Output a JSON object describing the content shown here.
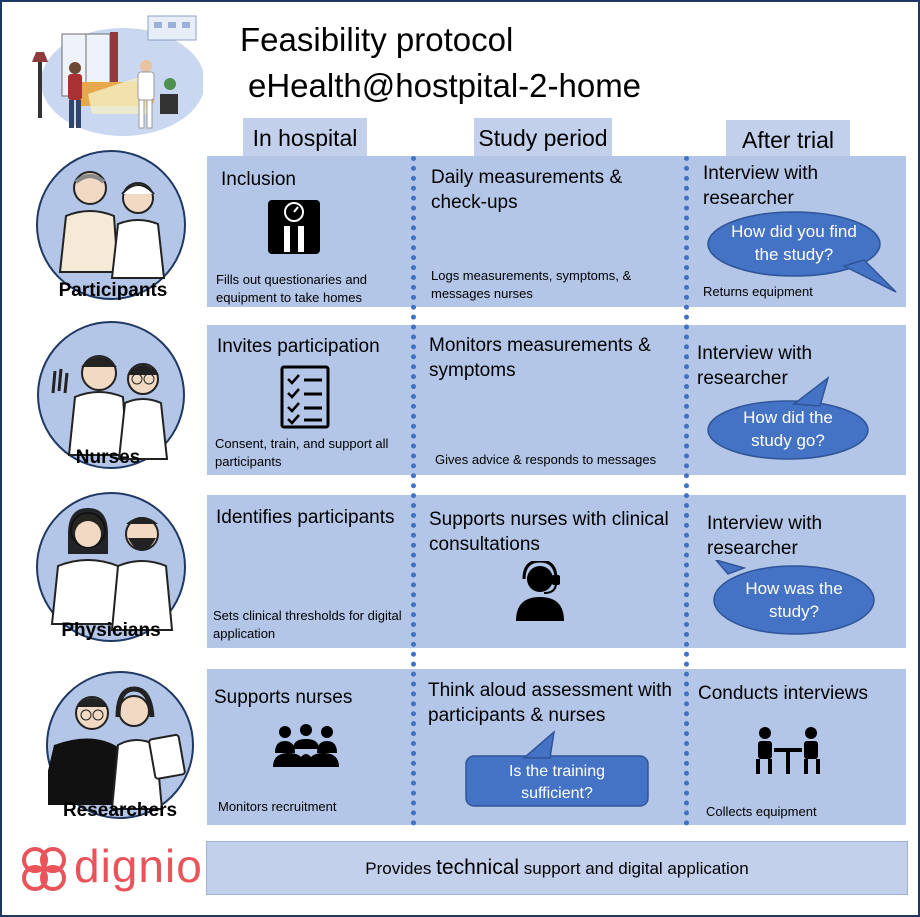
{
  "title": {
    "line1": "Feasibility protocol",
    "line2": "eHealth@hostpital-2-home"
  },
  "columns": [
    "In hospital",
    "Study period",
    "After trial"
  ],
  "rows": [
    {
      "role": "Participants",
      "hospital": {
        "heading": "Inclusion",
        "note": "Fills out questionaries and equipment to take homes",
        "icon": "scale-icon"
      },
      "study": {
        "heading": "Daily measurements & check-ups",
        "note": "Logs measurements, symptoms, & messages nurses"
      },
      "after": {
        "heading": "Interview with researcher",
        "bubble": "How did you find the study?",
        "note": "Returns equipment"
      }
    },
    {
      "role": "Nurses",
      "hospital": {
        "heading": "Invites participation",
        "note": "Consent, train, and support all participants",
        "icon": "checklist-icon"
      },
      "study": {
        "heading": "Monitors measurements & symptoms",
        "note": "Gives advice & responds to messages"
      },
      "after": {
        "heading": "Interview with researcher",
        "bubble": "How did the study go?"
      }
    },
    {
      "role": "Physicians",
      "hospital": {
        "heading": "Identifies participants",
        "note": "Sets clinical thresholds for digital application"
      },
      "study": {
        "heading": "Supports nurses with clinical consultations",
        "icon": "headset-person-icon"
      },
      "after": {
        "heading": "Interview with researcher",
        "bubble": "How was the study?"
      }
    },
    {
      "role": "Researchers",
      "hospital": {
        "heading": "Supports nurses",
        "note": "Monitors recruitment",
        "icon": "group-icon"
      },
      "study": {
        "heading": "Think aloud assessment with participants & nurses",
        "bubble": "Is the training sufficient?"
      },
      "after": {
        "heading": "Conducts interviews",
        "note": "Collects equipment",
        "icon": "meeting-icon"
      }
    }
  ],
  "footer": {
    "pre": "Provides",
    "highlight": "technical",
    "post": "support and digital application"
  },
  "logo": {
    "text": "dignio",
    "color": "#e8545a"
  },
  "colors": {
    "panel": "#b3c6e7",
    "header": "#c2d0ec",
    "bubble": "#4472c4",
    "divider": "#3f72c4",
    "border": "#1f3864"
  }
}
